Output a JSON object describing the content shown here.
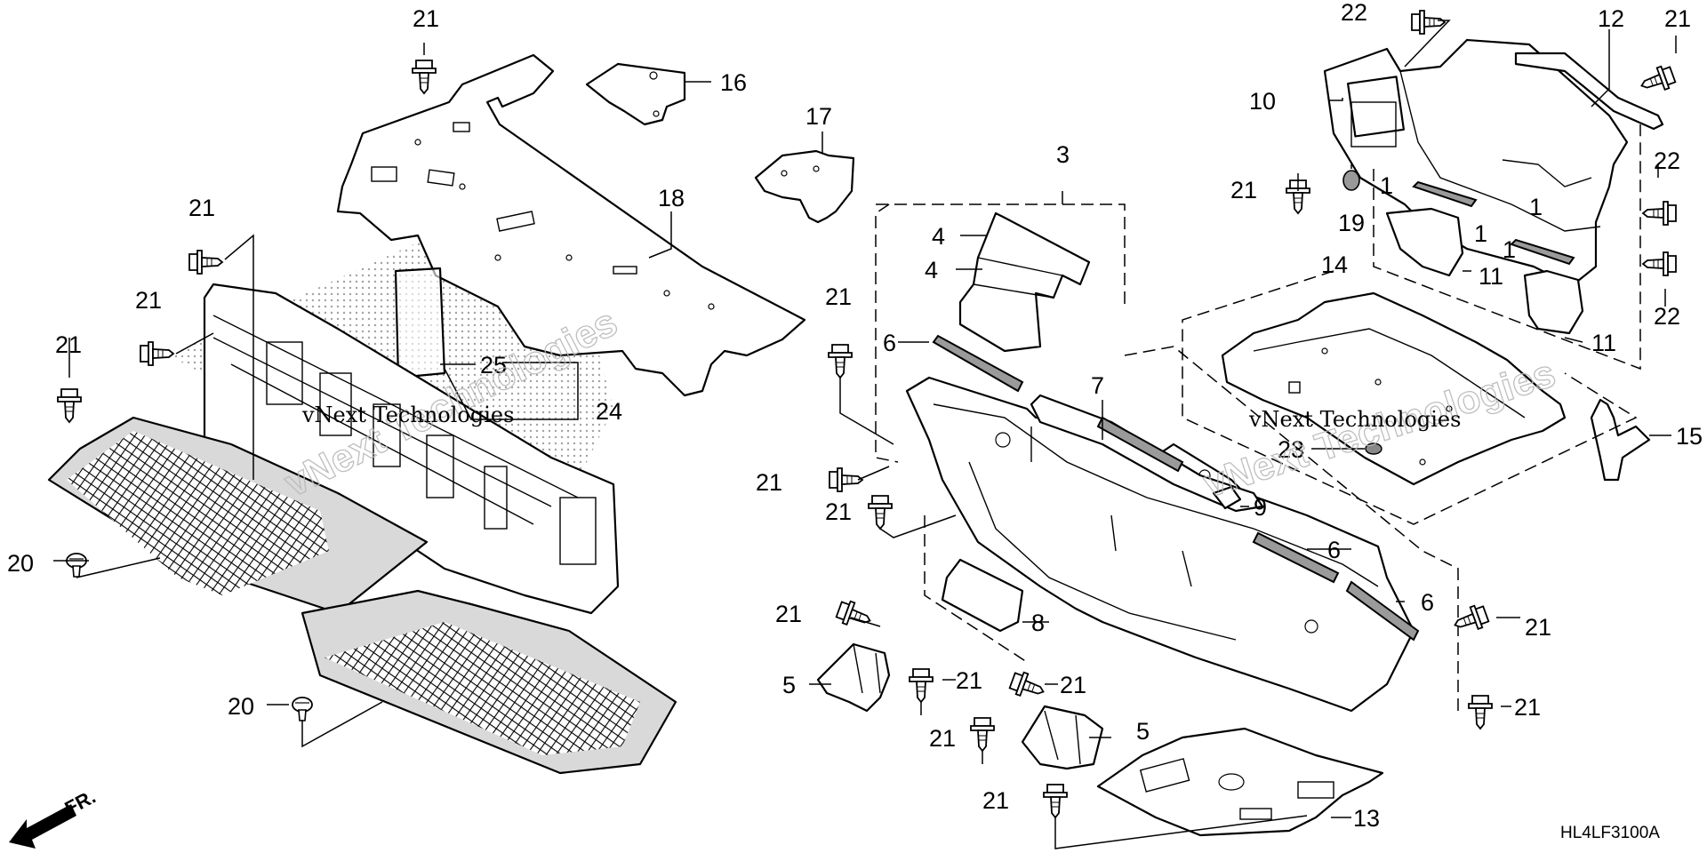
{
  "diagram": {
    "callouts": [
      {
        "id": "c21a",
        "text": "21"
      },
      {
        "id": "c16",
        "text": "16"
      },
      {
        "id": "c17",
        "text": "17"
      },
      {
        "id": "c18",
        "text": "18"
      },
      {
        "id": "c21b",
        "text": "21"
      },
      {
        "id": "c21c",
        "text": "21"
      },
      {
        "id": "c21d",
        "text": "21"
      },
      {
        "id": "c25",
        "text": "25"
      },
      {
        "id": "c24",
        "text": "24"
      },
      {
        "id": "c20a",
        "text": "20"
      },
      {
        "id": "c20b",
        "text": "20"
      },
      {
        "id": "c3",
        "text": "3"
      },
      {
        "id": "c4a",
        "text": "4"
      },
      {
        "id": "c4b",
        "text": "4"
      },
      {
        "id": "c6a",
        "text": "6"
      },
      {
        "id": "c21e",
        "text": "21"
      },
      {
        "id": "c7",
        "text": "7"
      },
      {
        "id": "c21f",
        "text": "21"
      },
      {
        "id": "c21g",
        "text": "21"
      },
      {
        "id": "c9",
        "text": "9"
      },
      {
        "id": "c6b",
        "text": "6"
      },
      {
        "id": "c6c",
        "text": "6"
      },
      {
        "id": "c8",
        "text": "8"
      },
      {
        "id": "c21h",
        "text": "21"
      },
      {
        "id": "c5a",
        "text": "5"
      },
      {
        "id": "c21i",
        "text": "21"
      },
      {
        "id": "c21j",
        "text": "21"
      },
      {
        "id": "c5b",
        "text": "5"
      },
      {
        "id": "c21k",
        "text": "21"
      },
      {
        "id": "c21l",
        "text": "21"
      },
      {
        "id": "c13",
        "text": "13"
      },
      {
        "id": "c22a",
        "text": "22"
      },
      {
        "id": "c12",
        "text": "12"
      },
      {
        "id": "c21m",
        "text": "21"
      },
      {
        "id": "c10",
        "text": "10"
      },
      {
        "id": "c21n",
        "text": "21"
      },
      {
        "id": "c19",
        "text": "19"
      },
      {
        "id": "c1a",
        "text": "1"
      },
      {
        "id": "c1b",
        "text": "1"
      },
      {
        "id": "c1c",
        "text": "1"
      },
      {
        "id": "c1d",
        "text": "1"
      },
      {
        "id": "c11a",
        "text": "11"
      },
      {
        "id": "c11b",
        "text": "11"
      },
      {
        "id": "c22b",
        "text": "22"
      },
      {
        "id": "c22c",
        "text": "22"
      },
      {
        "id": "c14",
        "text": "14"
      },
      {
        "id": "c15",
        "text": "15"
      },
      {
        "id": "c23",
        "text": "23"
      },
      {
        "id": "c21o",
        "text": "21"
      },
      {
        "id": "c21p",
        "text": "21"
      }
    ],
    "watermarks": [
      {
        "id": "wm-left-big",
        "text": "vNext Technologies"
      },
      {
        "id": "wm-left-small",
        "text": "vNext Technologies"
      },
      {
        "id": "wm-right-big",
        "text": "vNext Technologies"
      },
      {
        "id": "wm-right-small",
        "text": "vNext Technologies"
      }
    ],
    "front_label": "FR.",
    "diagram_code": "HL4LF3100A"
  }
}
